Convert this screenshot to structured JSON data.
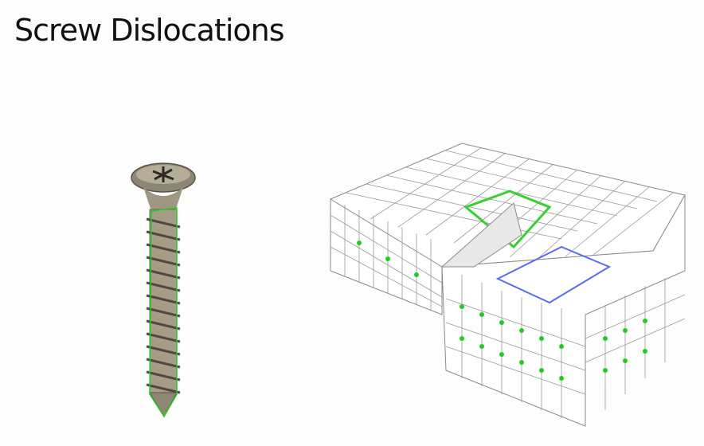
{
  "slide": {
    "title": "Screw Dislocations"
  },
  "images": {
    "screw": {
      "name": "wood-screw",
      "head_color": "#8c8676",
      "shank_color": "#a59d86"
    },
    "lattice": {
      "name": "screw-dislocation-lattice",
      "grid_color": "#8a8a8a",
      "highlight_color": "#36d12f",
      "burgers_loop_color": "#5b6cf0"
    }
  },
  "overlay_color": "#22cc22"
}
